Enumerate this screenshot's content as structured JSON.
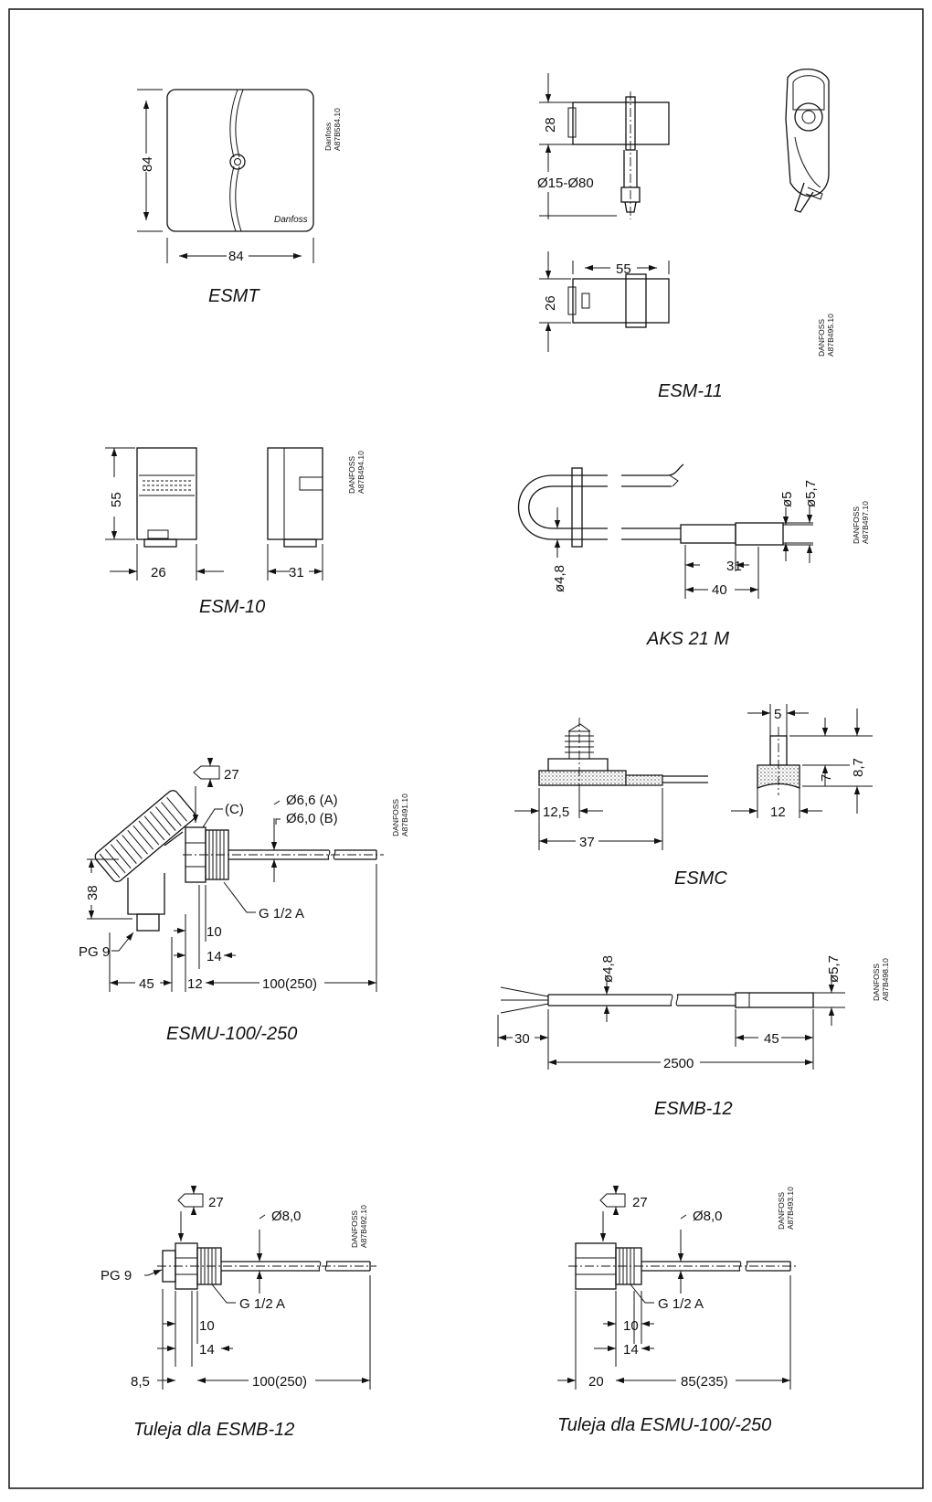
{
  "captions": {
    "esmt": "ESMT",
    "esm11": "ESM-11",
    "esm10": "ESM-10",
    "aks21m": "AKS 21 M",
    "esmu": "ESMU-100/-250",
    "esmc": "ESMC",
    "esmb12": "ESMB-12",
    "tuleja_esmb": "Tuleja dla ESMB-12",
    "tuleja_esmu": "Tuleja dla ESMU-100/-250"
  },
  "codes": {
    "esmt_l1": "Danfoss",
    "esmt_l2": "A87B584.10",
    "esm11_l1": "DANFOSS",
    "esm11_l2": "A87B495.10",
    "esm10_l1": "DANFOSS",
    "esm10_l2": "A87B494.10",
    "aks_l1": "DANFOSS",
    "aks_l2": "A87B497.10",
    "esmu_l1": "DANFOSS",
    "esmu_l2": "A87B491.10",
    "esmb_l1": "DANFOSS",
    "esmb_l2": "A87B498.10",
    "tul1_l1": "DANFOSS",
    "tul1_l2": "A87B492.10",
    "tul2_l1": "DANFOSS",
    "tul2_l2": "A87B493.10"
  },
  "logo": "Danfoss",
  "dims": {
    "esmt_h": "84",
    "esmt_w": "84",
    "esm11_h1": "28",
    "esm11_dia": "Ø15-Ø80",
    "esm11_len": "55",
    "esm11_h2": "26",
    "esm10_h": "55",
    "esm10_w": "26",
    "esm10_d": "31",
    "aks_d1": "ø4,8",
    "aks_d2": "ø5",
    "aks_d3": "ø5,7",
    "aks_l1": "31",
    "aks_l2": "40",
    "esmu_hex": "27",
    "esmu_c": "(C)",
    "esmu_a": "Ø6,6 (A)",
    "esmu_b": "Ø6,0 (B)",
    "esmu_38": "38",
    "esmu_thread": "G 1/2 A",
    "esmu_pg": "PG 9",
    "esmu_10": "10",
    "esmu_14": "14",
    "esmu_45": "45",
    "esmu_12": "12",
    "esmu_100": "100(250)",
    "esmc_5": "5",
    "esmc_87": "8,7",
    "esmc_7": "7",
    "esmc_125": "12,5",
    "esmc_12": "12",
    "esmc_37": "37",
    "esmb_d1": "ø4,8",
    "esmb_d2": "ø5,7",
    "esmb_30": "30",
    "esmb_45": "45",
    "esmb_2500": "2500",
    "t1_27": "27",
    "t1_d8": "Ø8,0",
    "t1_pg": "PG 9",
    "t1_thread": "G 1/2 A",
    "t1_10": "10",
    "t1_14": "14",
    "t1_85": "8,5",
    "t1_100": "100(250)",
    "t2_27": "27",
    "t2_d8": "Ø8,0",
    "t2_thread": "G 1/2 A",
    "t2_10": "10",
    "t2_14": "14",
    "t2_20": "20",
    "t2_85": "85(235)"
  }
}
